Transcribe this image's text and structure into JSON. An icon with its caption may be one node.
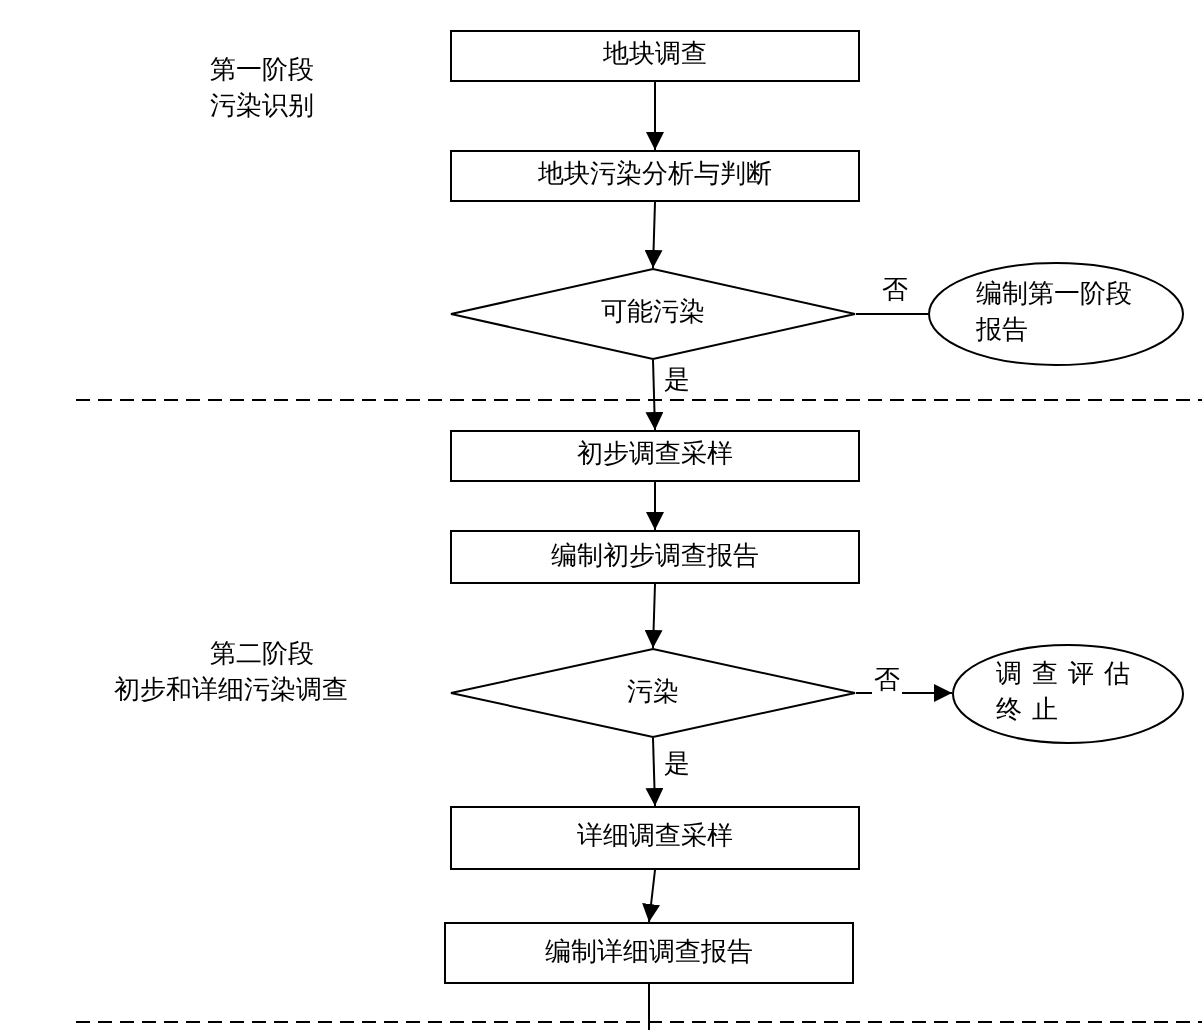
{
  "diagram": {
    "nodes": [
      {
        "text": [
          "地块调查"
        ]
      },
      {
        "text": [
          "地块污染分析与判断"
        ]
      },
      {
        "text": [
          "可能污染"
        ]
      },
      {
        "text": [
          "编制第一阶段报告"
        ]
      },
      {
        "text": [
          "初步调查采样"
        ]
      },
      {
        "text": [
          "编制初步调查报告"
        ]
      },
      {
        "text": [
          "污染"
        ]
      },
      {
        "text": [
          "调查评估终止"
        ]
      },
      {
        "text": [
          "详细调查采样"
        ]
      },
      {
        "text": [
          "编制详细调查报告"
        ]
      }
    ],
    "edges": [
      {
        "from": 0,
        "to": 1,
        "arrow": "to"
      },
      {
        "from": 1,
        "to": 2,
        "arrow": "to"
      },
      {
        "from": 2,
        "to": 3,
        "arrow": "none",
        "label": "否"
      },
      {
        "from": 2,
        "to": 4,
        "arrow": "to",
        "label": "是"
      },
      {
        "from": 4,
        "to": 5,
        "arrow": "to"
      },
      {
        "from": 5,
        "to": 6,
        "arrow": "to"
      },
      {
        "from": 6,
        "to": 7,
        "arrow": "to",
        "label": "否"
      },
      {
        "from": 6,
        "to": 8,
        "arrow": "to",
        "label": "是"
      },
      {
        "from": 8,
        "to": 9,
        "arrow": "to"
      },
      {
        "from": 9,
        "to": null,
        "arrow": "none"
      }
    ],
    "labels": [
      "第一阶段",
      "污染识别",
      "第二阶段",
      "初步和详细污染调查"
    ]
  }
}
